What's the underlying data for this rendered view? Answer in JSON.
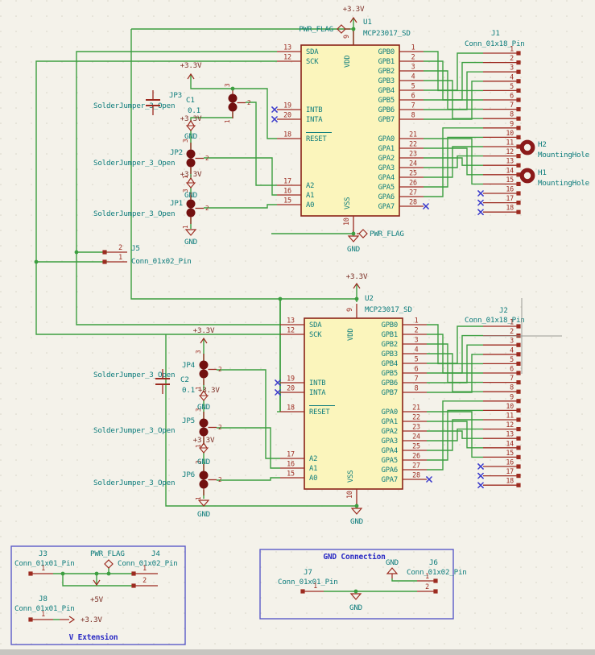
{
  "power": {
    "v33": "+3.3V",
    "v5": "+5V",
    "gnd": "GND",
    "flag": "PWR_FLAG"
  },
  "u1": {
    "ref": "U1",
    "value": "MCP23017_SD"
  },
  "u2": {
    "ref": "U2",
    "value": "MCP23017_SD"
  },
  "ic_pins": {
    "left": [
      {
        "num": "13",
        "name": "SDA"
      },
      {
        "num": "12",
        "name": "SCK"
      },
      {
        "num": "19",
        "name": "INTB"
      },
      {
        "num": "20",
        "name": "INTA"
      },
      {
        "num": "18",
        "name": "RESET"
      },
      {
        "num": "17",
        "name": "A2"
      },
      {
        "num": "16",
        "name": "A1"
      },
      {
        "num": "15",
        "name": "A0"
      }
    ],
    "right_b": [
      {
        "num": "1",
        "name": "GPB0"
      },
      {
        "num": "2",
        "name": "GPB1"
      },
      {
        "num": "3",
        "name": "GPB2"
      },
      {
        "num": "4",
        "name": "GPB3"
      },
      {
        "num": "5",
        "name": "GPB4"
      },
      {
        "num": "6",
        "name": "GPB5"
      },
      {
        "num": "7",
        "name": "GPB6"
      },
      {
        "num": "8",
        "name": "GPB7"
      }
    ],
    "right_a": [
      {
        "num": "21",
        "name": "GPA0"
      },
      {
        "num": "22",
        "name": "GPA1"
      },
      {
        "num": "23",
        "name": "GPA2"
      },
      {
        "num": "24",
        "name": "GPA3"
      },
      {
        "num": "25",
        "name": "GPA4"
      },
      {
        "num": "26",
        "name": "GPA5"
      },
      {
        "num": "27",
        "name": "GPA6"
      },
      {
        "num": "28",
        "name": "GPA7"
      }
    ],
    "top": {
      "num": "9",
      "name": "VDD"
    },
    "bottom": {
      "num": "10",
      "name": "VSS"
    }
  },
  "j1": {
    "ref": "J1",
    "value": "Conn_01x18_Pin"
  },
  "j2": {
    "ref": "J2",
    "value": "Conn_01x18_Pin"
  },
  "conn18_pin_numbers": [
    "1",
    "2",
    "3",
    "4",
    "5",
    "6",
    "7",
    "8",
    "9",
    "10",
    "11",
    "12",
    "13",
    "14",
    "15",
    "16",
    "17",
    "18"
  ],
  "j5": {
    "ref": "J5",
    "value": "Conn_01x02_Pin",
    "pin_top": "2",
    "pin_bottom": "1"
  },
  "jumpers": {
    "value": "SolderJumper_3_Open",
    "pin_top": "3",
    "pin_mid": "2",
    "pin_bottom": "1",
    "list": [
      {
        "ref": "JP3"
      },
      {
        "ref": "JP2"
      },
      {
        "ref": "JP1"
      },
      {
        "ref": "JP4"
      },
      {
        "ref": "JP5"
      },
      {
        "ref": "JP6"
      }
    ]
  },
  "c1": {
    "ref": "C1",
    "value": "0.1"
  },
  "c2": {
    "ref": "C2",
    "value": "0.1"
  },
  "holes": [
    {
      "ref": "H2",
      "value": "MountingHole"
    },
    {
      "ref": "H1",
      "value": "MountingHole"
    }
  ],
  "v_extension": {
    "title": "V Extension",
    "j3": {
      "ref": "J3",
      "value": "Conn_01x01_Pin",
      "pin": "1"
    },
    "j4": {
      "ref": "J4",
      "value": "Conn_01x02_Pin",
      "pin1": "1",
      "pin2": "2"
    },
    "j8": {
      "ref": "J8",
      "value": "Conn_01x01_Pin",
      "pin": "1"
    }
  },
  "gnd_connection": {
    "title": "GND Connection",
    "j7": {
      "ref": "J7",
      "value": "Conn_01x01_Pin",
      "pin": "1"
    },
    "j6": {
      "ref": "J6",
      "value": "Conn_01x02_Pin",
      "pin1": "1",
      "pin2": "2"
    }
  },
  "colors": {
    "wire_green": "#3C9E40",
    "symbol_red": "#9C2B20",
    "body_fill": "#FBF5BC",
    "text_teal": "#0D7C7C",
    "power_maroon": "#7C2F26",
    "nc_blue": "#3A3ACB",
    "box_blue": "#5A5AC8",
    "title_blue": "#2B2BC4"
  }
}
